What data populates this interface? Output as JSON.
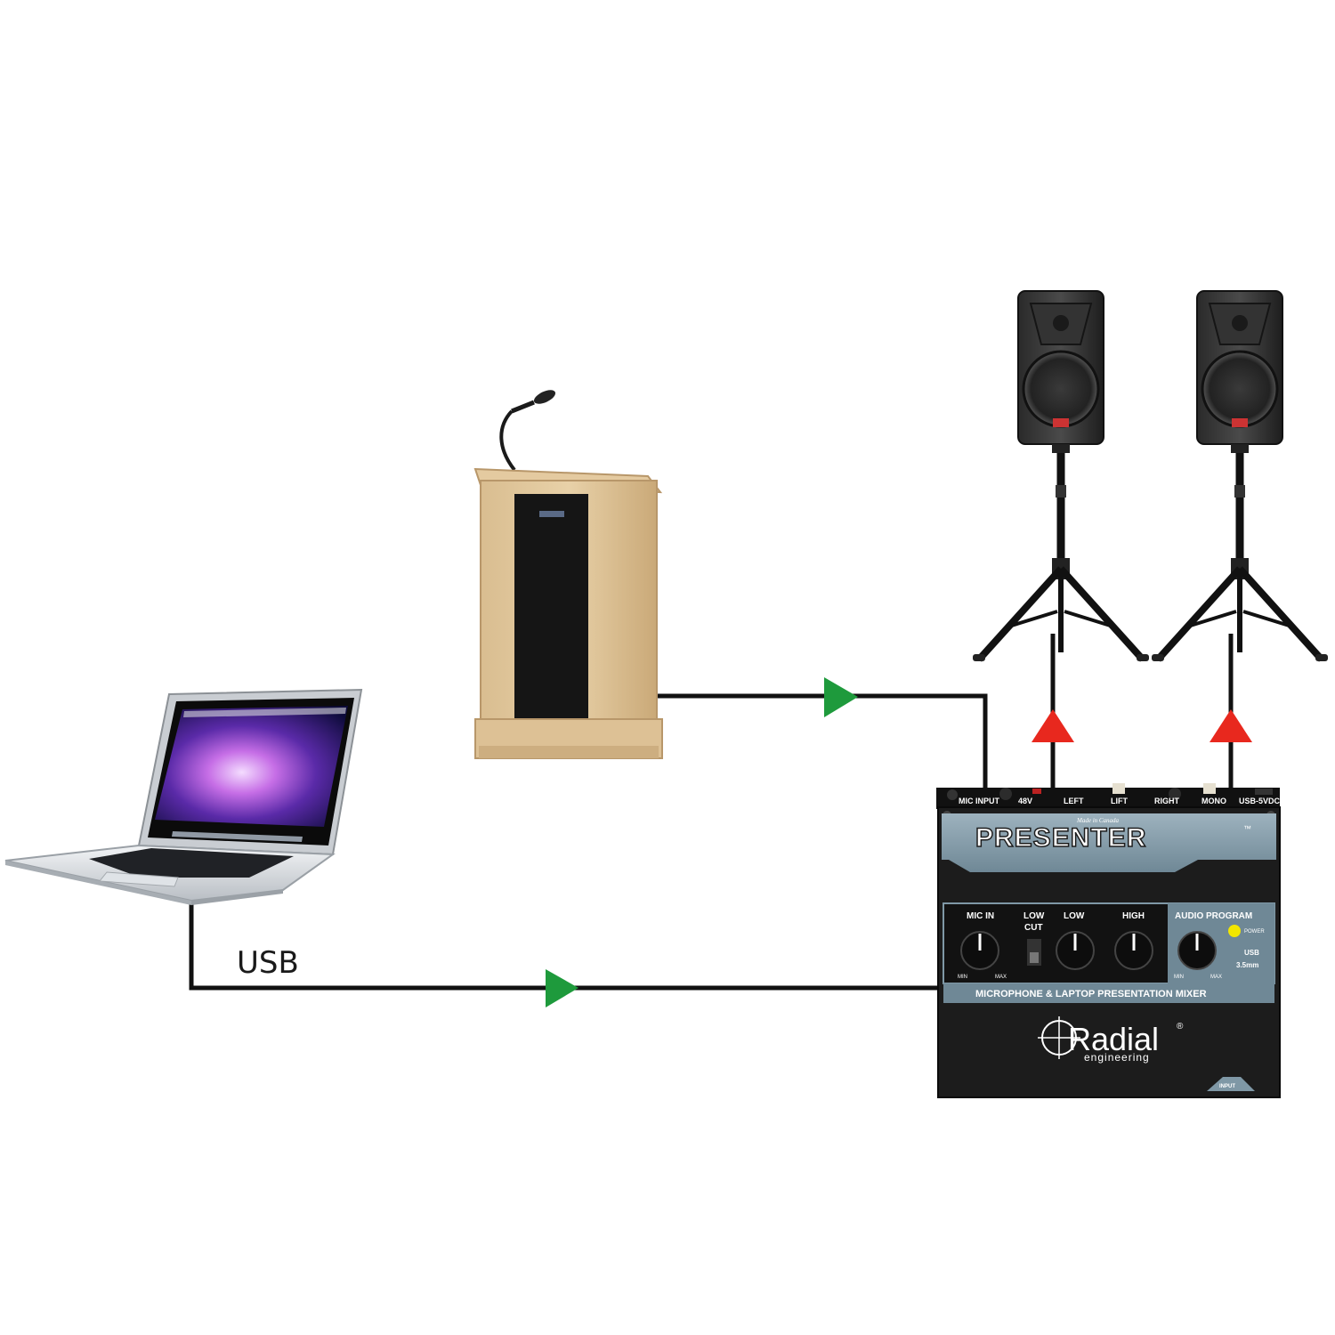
{
  "cable_label": "USB",
  "colors": {
    "cable": "#111111",
    "signal_arrow": "#1e9a3c",
    "output_arrow": "#e8281e",
    "mixer_body": "#1c1c1c",
    "mixer_band": "#7f98a6",
    "power_led": "#f2e600"
  },
  "mixer": {
    "ports": {
      "mic_input": "MIC INPUT",
      "v48": "48V",
      "left": "LEFT",
      "lift": "LIFT",
      "right": "RIGHT",
      "mono": "MONO",
      "usb_5vdc": "USB-5VDC"
    },
    "made_in": "Made in Canada",
    "brand": "PRESENTER",
    "trademark": "™",
    "controls": {
      "mic_in": "MIC IN",
      "low_cut_1": "LOW",
      "low_cut_2": "CUT",
      "low": "LOW",
      "high": "HIGH",
      "min": "MIN",
      "max": "MAX"
    },
    "audio_program": {
      "title": "AUDIO PROGRAM",
      "power": "POWER",
      "usb": "USB",
      "jack": "3.5mm",
      "min": "MIN",
      "max": "MAX"
    },
    "subtitle": "MICROPHONE & LAPTOP PRESENTATION MIXER",
    "logo": "Radial",
    "logo_reg": "®",
    "logo_sub": "engineering",
    "input_tab": "INPUT"
  },
  "icons": {
    "laptop": "laptop-icon",
    "lectern": "lectern-with-microphone-icon",
    "speaker_left": "pa-speaker-on-stand-icon",
    "speaker_right": "pa-speaker-on-stand-icon"
  }
}
